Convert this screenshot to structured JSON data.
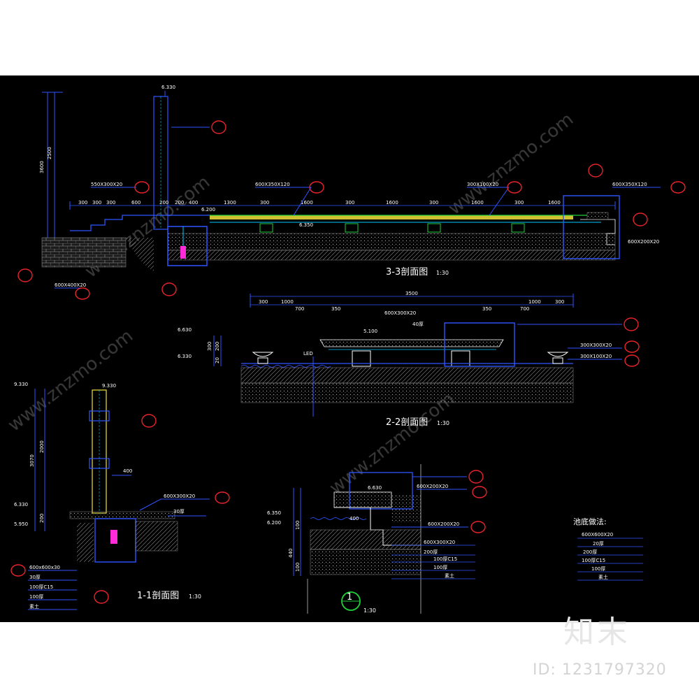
{
  "drawing": {
    "section_33": {
      "title": "3-3剖面图",
      "scale": "1:30",
      "elevation_top": "6.330",
      "dims_top": [
        "300",
        "300",
        "300",
        "600",
        "200",
        "200",
        "400",
        "1300",
        "300",
        "1600",
        "300",
        "1600",
        "300",
        "1600",
        "300",
        "1600"
      ],
      "dim_vertical": [
        "3600",
        "2500"
      ],
      "labels": {
        "stone_left": "550X300X20",
        "stone_mid": "600X350X120",
        "stone_mid2": "300X100X20",
        "stone_right": "600X350X120",
        "stone_right2": "600X200X20",
        "stone_bottom": "600X400X20",
        "level_a": "6.350",
        "level_b": "6.200"
      }
    },
    "section_22": {
      "title": "2-2剖面图",
      "scale": "1:30",
      "dims_top_total": "3500",
      "dims_top": [
        "300",
        "1000",
        "700",
        "350",
        "350",
        "700",
        "1000",
        "300"
      ],
      "label_top": "600X300X20",
      "label_top2": "40厚",
      "label_led": "LED",
      "label_r1": "300X300X20",
      "label_r2": "300X100X20",
      "level_a": "6.630",
      "level_b": "6.330",
      "dim_v": [
        "300",
        "200",
        "20"
      ],
      "mark_left": "5.100"
    },
    "section_11": {
      "title": "1-1剖面图",
      "scale": "1:30",
      "level_top": "9.330",
      "level_mid": "6.330",
      "level_low": "5.950",
      "dim_v": [
        "3070",
        "2000",
        "200"
      ],
      "dim_h": [
        "400"
      ],
      "label_r1": "600X300X20",
      "label_r2": "30厚",
      "notes": [
        "600x600x30",
        "30厚",
        "100厚C15",
        "100厚",
        "素土"
      ]
    },
    "detail_1": {
      "number": "1",
      "scale": "1:30",
      "level": "6.630",
      "levels_left": [
        "6.350",
        "6.200"
      ],
      "dim_v": [
        "440",
        "100",
        "100"
      ],
      "label_top": "600X200X20",
      "label_mid": "600X200X20",
      "notes": [
        "600X300X20",
        "200厚",
        "100厚C15",
        "100厚",
        "素土"
      ],
      "dim_h": "400"
    },
    "legend": {
      "title": "池底做法:",
      "lines": [
        "600X600X20",
        "20厚",
        "200厚",
        "100厚C15",
        "100厚",
        "素土"
      ]
    },
    "watermark": "www.znzmo.com"
  },
  "brand": {
    "mark": "知末",
    "id": "ID: 1231797320"
  },
  "colors": {
    "background": "#000000",
    "line_blue": "#2e55ff",
    "line_cyan": "#00c8ff",
    "line_white": "#ffffff",
    "line_green": "#1fd13b",
    "line_yellow": "#f2e23a",
    "line_magenta": "#ff2bd8",
    "tag_red": "#e8232a",
    "hatch_gray": "#8c8c8c"
  }
}
